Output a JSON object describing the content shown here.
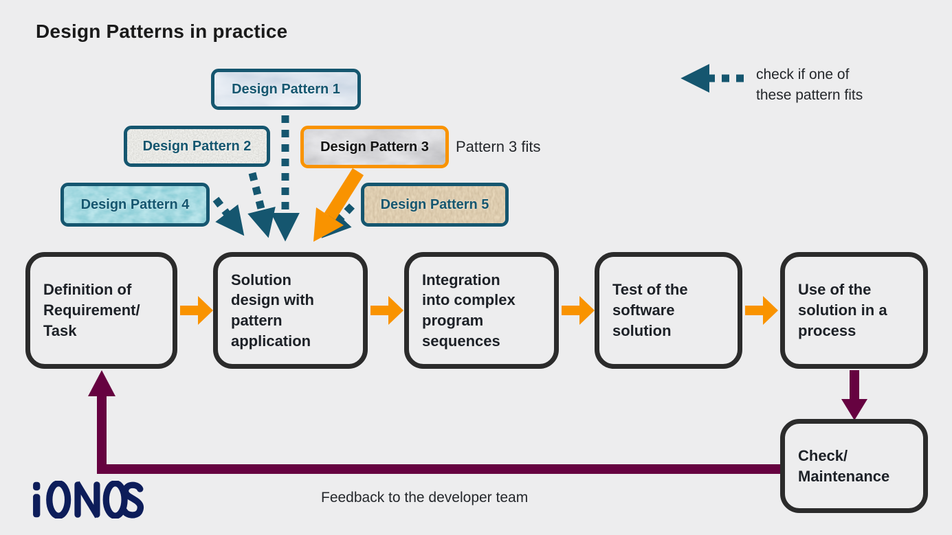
{
  "title": "Design Patterns in practice",
  "legend": {
    "text": "check if one of\nthese pattern fits"
  },
  "patterns": [
    {
      "label": "Design Pattern 1",
      "texture": "blue-marble"
    },
    {
      "label": "Design Pattern 2",
      "texture": "granite-speckle"
    },
    {
      "label": "Design Pattern 3",
      "texture": "gray-marble"
    },
    {
      "label": "Design Pattern 4",
      "texture": "water-drops"
    },
    {
      "label": "Design Pattern 5",
      "texture": "burlap-weave"
    }
  ],
  "annotations": {
    "pattern3_fits": "Pattern 3 fits",
    "feedback": "Feedback to the developer team"
  },
  "flow": [
    {
      "label": "Definition of\nRequirement/\nTask"
    },
    {
      "label": "Solution\ndesign with\npattern\napplication"
    },
    {
      "label": "Integration\ninto complex\nprogram\nsequences"
    },
    {
      "label": "Test of the\nsoftware\nsolution"
    },
    {
      "label": "Use of the\nsolution in a\nprocess"
    },
    {
      "label": "Check/\nMaintenance"
    }
  ],
  "logo": {
    "text": "IONOS"
  },
  "colors": {
    "background": "#EDEDEE",
    "teal": "#15566F",
    "orange": "#F99300",
    "purple": "#660240",
    "box_border": "#2B2B2B",
    "text": "#1D2127",
    "pattern3_border": "#F99300",
    "logo_navy": "#0D1D5A"
  }
}
